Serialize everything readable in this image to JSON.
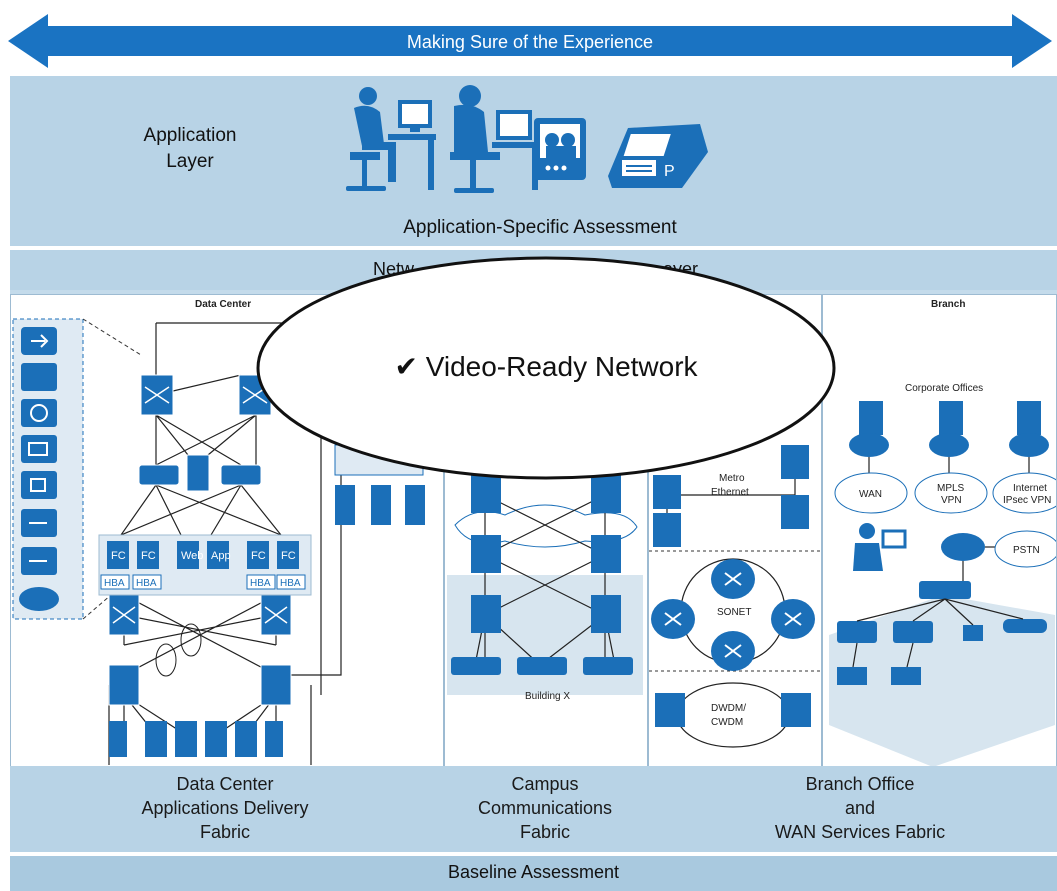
{
  "top_banner": {
    "label": "Making Sure of the Experience"
  },
  "application_layer": {
    "label_line1": "Application",
    "label_line2": "Layer",
    "assessment": "Application-Specific Assessment",
    "icons": [
      "seated-user-icon",
      "seated-user-icon",
      "video-monitor-icon",
      "ip-phone-icon"
    ]
  },
  "network_layer": {
    "partial_label_left": "Netw",
    "partial_label_right": "ayer"
  },
  "callout": {
    "check": "✔",
    "label": "Video-Ready Network"
  },
  "data_center": {
    "title": "Data Center",
    "server_labels": [
      "FC",
      "FC",
      "Web",
      "App",
      "FC",
      "FC"
    ],
    "hba_labels": [
      "HBA",
      "HBA",
      "HBA",
      "HBA"
    ]
  },
  "campus": {
    "building_label": "Building X"
  },
  "wan": {
    "metro_line1": "Metro",
    "metro_line2": "Ethernet",
    "sonet": "SONET",
    "dwdm_line1": "DWDM/",
    "dwdm_line2": "CWDM"
  },
  "branch": {
    "title": "Branch",
    "corporate": "Corporate Offices",
    "cloud_wan": "WAN",
    "cloud_mpls_1": "MPLS",
    "cloud_mpls_2": "VPN",
    "cloud_internet_1": "Internet",
    "cloud_internet_2": "IPsec VPN",
    "pstn": "PSTN"
  },
  "fabrics": {
    "dc": [
      "Data Center",
      "Applications Delivery",
      "Fabric"
    ],
    "campus": [
      "Campus",
      "Communications",
      "Fabric"
    ],
    "branch": [
      "Branch Office",
      "and",
      "WAN Services Fabric"
    ]
  },
  "baseline": {
    "label": "Baseline Assessment"
  },
  "colors": {
    "band": "#b8d3e6",
    "arrow": "#1a73c2",
    "icon": "#1b6fb8",
    "panel_border": "#9dbbd2"
  }
}
